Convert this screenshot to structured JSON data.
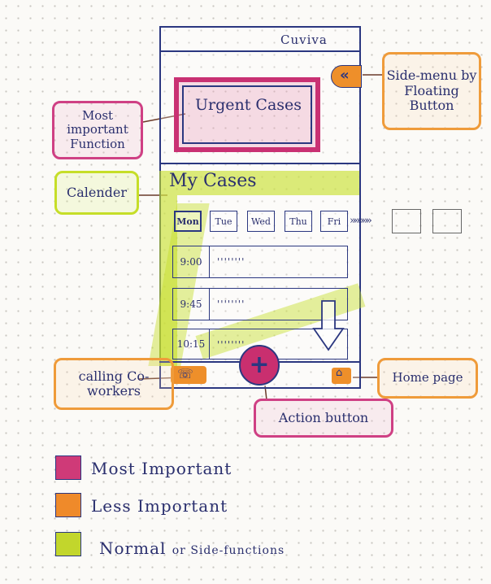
{
  "app": {
    "name": "Cuviva"
  },
  "urgent": {
    "label": "Urgent Cases"
  },
  "my_cases": {
    "label": "My Cases"
  },
  "days": [
    "Mon",
    "Tue",
    "Wed",
    "Thu",
    "Fri"
  ],
  "more_arrows": "»»»»»",
  "rows": [
    {
      "time": "9:00",
      "dots": "''''''''"
    },
    {
      "time": "9:45",
      "dots": "''''''''"
    },
    {
      "time": "10:15",
      "dots": "''''''''"
    }
  ],
  "annotations": {
    "most_important": "Most important Function",
    "side_menu": "Side-menu by Floating Button",
    "calendar": "Calender",
    "calling": "calling Co-workers",
    "home": "Home page",
    "action": "Action button"
  },
  "legend": {
    "most": "Most Important",
    "less": "Less Important",
    "normal_main": "Normal",
    "normal_small": "or Side-functions"
  },
  "colors": {
    "most": "#cf3a78",
    "less": "#ef8a2a",
    "normal": "#c2d62c",
    "ink": "#2a2f6e"
  },
  "icons": {
    "side_menu": "double-chevron-left-icon",
    "call": "phone-icon",
    "action": "plus-icon",
    "home": "home-icon",
    "scroll": "arrow-down-icon"
  }
}
